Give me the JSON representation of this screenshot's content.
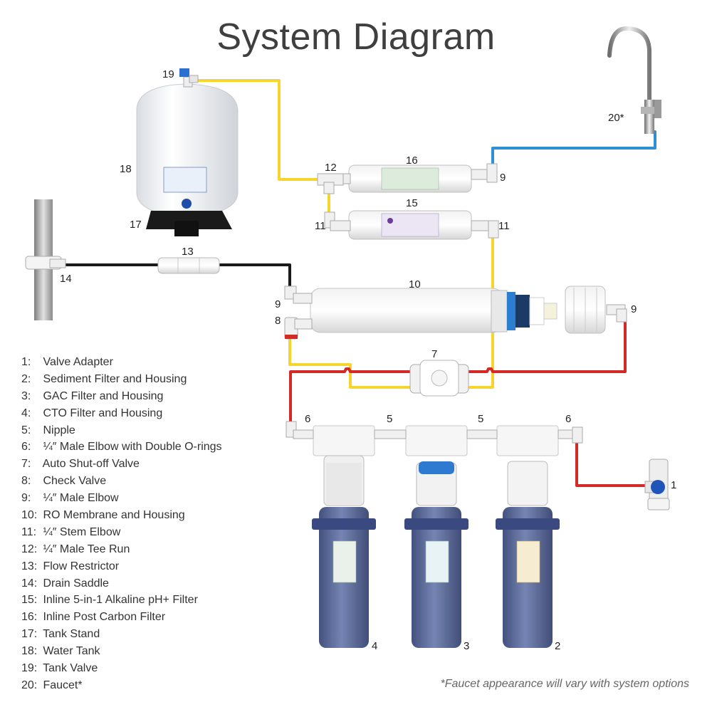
{
  "title": "System Diagram",
  "callouts": {
    "c1": "1",
    "c2": "2",
    "c3": "3",
    "c4": "4",
    "c5a": "5",
    "c5b": "5",
    "c6a": "6",
    "c6b": "6",
    "c7": "7",
    "c8": "8",
    "c9a": "9",
    "c9b": "9",
    "c9c": "9",
    "c10": "10",
    "c11a": "11",
    "c11b": "11",
    "c12": "12",
    "c13": "13",
    "c14": "14",
    "c15": "15",
    "c16": "16",
    "c17": "17",
    "c18": "18",
    "c19": "19",
    "c20": "20*"
  },
  "legend": [
    {
      "key": "1:",
      "label": "Valve Adapter"
    },
    {
      "key": "2:",
      "label": "Sediment Filter and Housing"
    },
    {
      "key": "3:",
      "label": "GAC Filter and Housing"
    },
    {
      "key": "4:",
      "label": "CTO Filter and Housing"
    },
    {
      "key": "5:",
      "label": "Nipple"
    },
    {
      "key": "6:",
      "label": "¼″ Male Elbow with Double O-rings"
    },
    {
      "key": "7:",
      "label": "Auto Shut-off Valve"
    },
    {
      "key": "8:",
      "label": "Check Valve"
    },
    {
      "key": "9:",
      "label": "¼″ Male Elbow"
    },
    {
      "key": "10:",
      "label": "RO Membrane and Housing"
    },
    {
      "key": "11:",
      "label": " ¼″ Stem Elbow"
    },
    {
      "key": "12:",
      "label": " ¼″ Male Tee Run"
    },
    {
      "key": "13:",
      "label": "Flow Restrictor"
    },
    {
      "key": "14:",
      "label": "Drain Saddle"
    },
    {
      "key": "15:",
      "label": "Inline 5-in-1 Alkaline pH+ Filter"
    },
    {
      "key": "16:",
      "label": "Inline Post Carbon Filter"
    },
    {
      "key": "17:",
      "label": "Tank Stand"
    },
    {
      "key": "18:",
      "label": "Water Tank"
    },
    {
      "key": "19:",
      "label": "Tank Valve"
    },
    {
      "key": "20:",
      "label": "Faucet*"
    }
  ],
  "footnote": "*Faucet appearance will vary with system options",
  "colors": {
    "tube_yellow": "#f6d52e",
    "tube_red": "#d42a26",
    "tube_blue": "#2f8fd6",
    "tube_black": "#1a1a1a",
    "housing_blue": "#3d4f8a",
    "fitting": "#e8e8e8"
  }
}
